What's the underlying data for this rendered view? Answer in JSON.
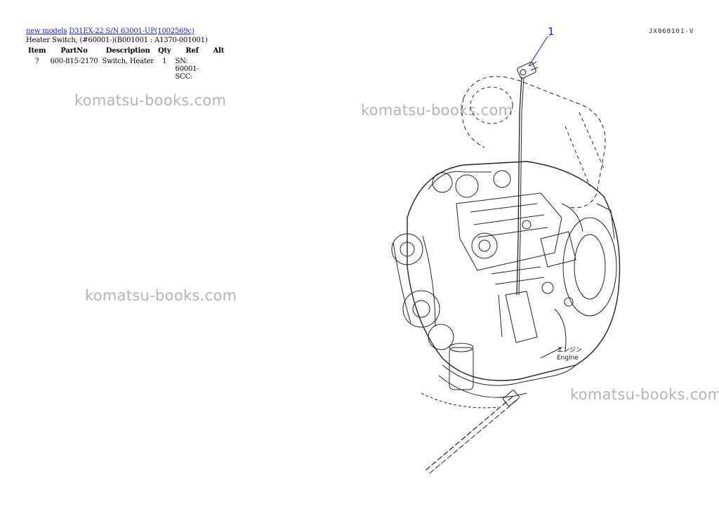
{
  "breadcrumb": {
    "link1": "new models",
    "link2": "D31EX-22 S/N 63001-UP(1002569c)"
  },
  "page_title": "Heater Switch, (#60001-)(B001001 : A1370-001001)",
  "table": {
    "headers": [
      "Item",
      "PartNo",
      "Description",
      "Qty",
      "Ref",
      "Alt"
    ],
    "rows": [
      {
        "item": "?",
        "partno": "600-815-2170",
        "description": "Switch, Heater",
        "qty": "1",
        "ref": "SN: 60001-SCC:",
        "alt": ""
      }
    ]
  },
  "watermark": "komatsu-books.com",
  "drawing": {
    "code": "JX060101-V",
    "callout": "1",
    "label_jp": "エンジン",
    "label_en": "Engine"
  }
}
